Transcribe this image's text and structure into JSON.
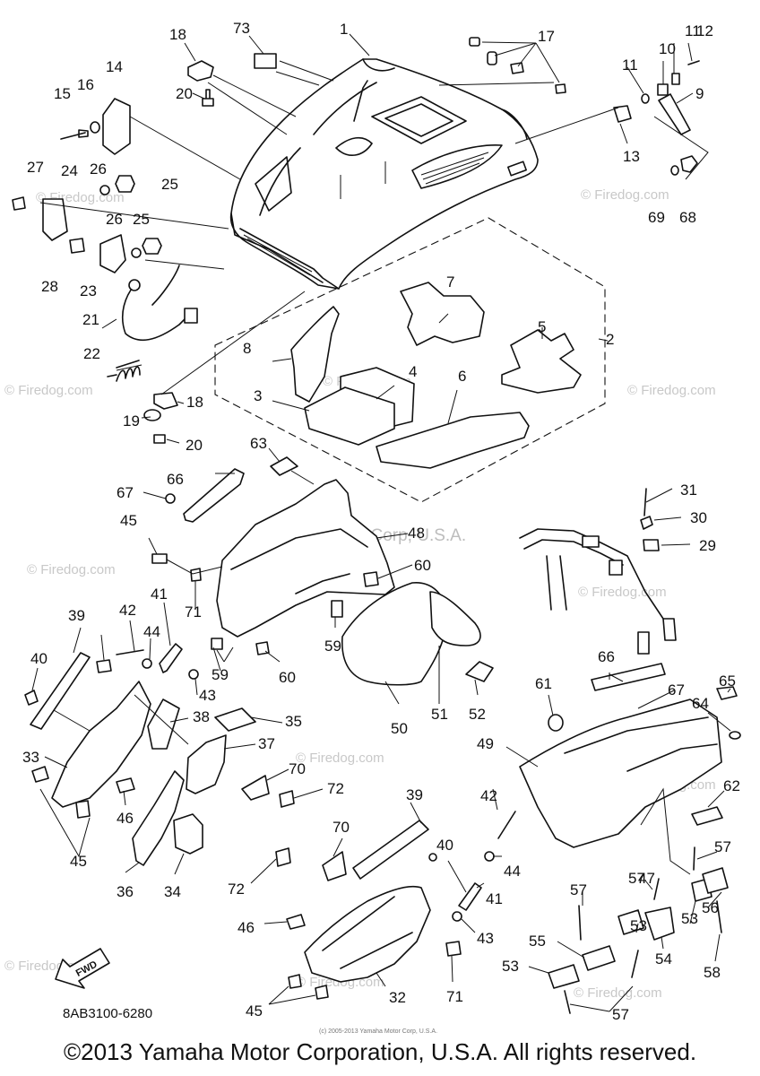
{
  "diagram_code": "8AB3100-6280",
  "copyright": "©2013 Yamaha Motor Corporation, U.S.A. All rights reserved.",
  "fine_print": "(c) 2005-2013 Yamaha Motor Corp, U.S.A.",
  "watermark_text": "© Firedog.com",
  "watermark_center": "Yamaha Motor Corp, U.S.A.",
  "fwd_label": "FWD",
  "colors": {
    "line": "#111111",
    "watermark": "#c8c8c8",
    "background": "#ffffff"
  },
  "callouts": [
    "1",
    "2",
    "3",
    "4",
    "5",
    "6",
    "7",
    "8",
    "9",
    "10",
    "11",
    "11",
    "12",
    "13",
    "14",
    "15",
    "16",
    "17",
    "18",
    "18",
    "19",
    "20",
    "20",
    "21",
    "22",
    "23",
    "24",
    "25",
    "25",
    "26",
    "26",
    "27",
    "28",
    "29",
    "30",
    "31",
    "32",
    "33",
    "34",
    "35",
    "36",
    "37",
    "38",
    "39",
    "39",
    "40",
    "40",
    "41",
    "41",
    "42",
    "42",
    "43",
    "43",
    "44",
    "44",
    "45",
    "45",
    "45",
    "46",
    "46",
    "47",
    "48",
    "49",
    "50",
    "51",
    "52",
    "53",
    "53",
    "53",
    "54",
    "55",
    "56",
    "57",
    "57",
    "57",
    "57",
    "58",
    "59",
    "59",
    "60",
    "60",
    "61",
    "62",
    "63",
    "64",
    "65",
    "66",
    "66",
    "67",
    "67",
    "68",
    "69",
    "70",
    "70",
    "71",
    "71",
    "72",
    "72",
    "73"
  ]
}
